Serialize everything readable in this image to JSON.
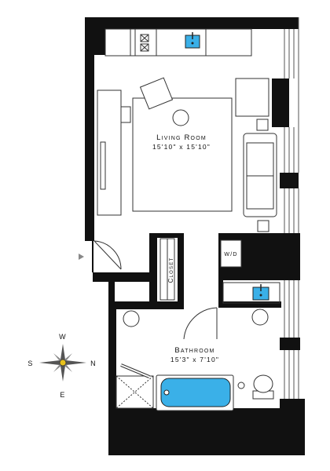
{
  "rooms": {
    "living_room": {
      "name": "Living Room",
      "dimensions": "15'10\" x 15'10\""
    },
    "bathroom": {
      "name": "Bathroom",
      "dimensions": "15'3\" x 7'10\""
    }
  },
  "labels": {
    "closet": "Closet",
    "washer_dryer": "W/D"
  },
  "compass": {
    "north": "N",
    "south": "S",
    "east": "E",
    "west": "W"
  },
  "colors": {
    "wall": "#111111",
    "fixture_water": "#3ab0e8",
    "compass_center": "#e8c21c",
    "outline": "#333333"
  }
}
